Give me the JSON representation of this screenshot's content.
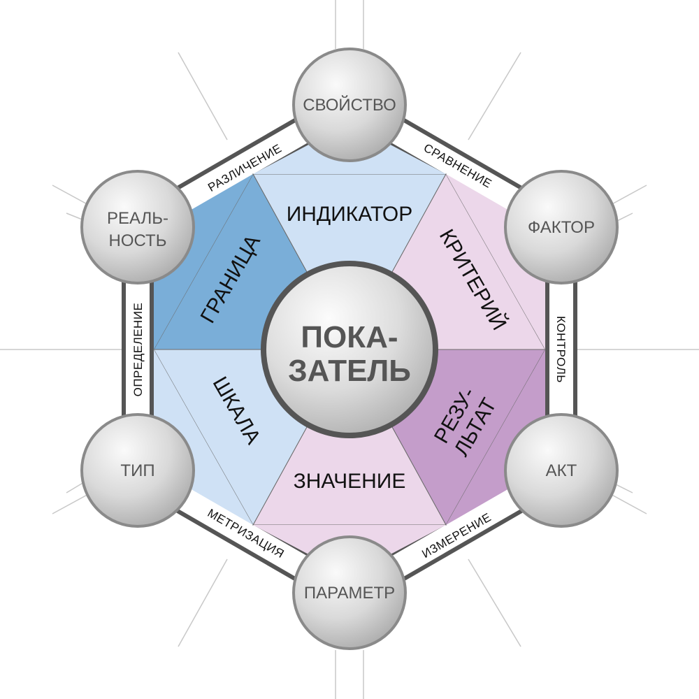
{
  "center": {
    "line1": "ПОКА-",
    "line2": "ЗАТЕЛЬ"
  },
  "nodes": {
    "top": "СВОЙСТВО",
    "upper_right": "ФАКТОР",
    "lower_right": "АКТ",
    "bottom": "ПАРАМЕТР",
    "lower_left": "ТИП",
    "upper_left_line1": "РЕАЛЬ-",
    "upper_left_line2": "НОСТЬ"
  },
  "sectors": {
    "top": "ИНДИКАТОР",
    "upper_right": "КРИТЕРИЙ",
    "lower_right_line1": "РЕЗУ-",
    "lower_right_line2": "ЛЬТАТ",
    "bottom": "ЗНАЧЕНИЕ",
    "lower_left": "ШКАЛА",
    "upper_left": "ГРАНИЦА"
  },
  "edges": {
    "top_right": "СРАВНЕНИЕ",
    "right": "КОНТРОЛЬ",
    "bottom_right": "ИЗМЕРЕНИЕ",
    "bottom_left": "МЕТРИЗАЦИЯ",
    "left": "ОПРЕДЕЛЕНИЕ",
    "top_left": "РАЗЛИЧЕНИЕ"
  },
  "colors": {
    "light_blue": "#cfe1f5",
    "mid_blue": "#7aaed8",
    "light_pink": "#ecd7ea",
    "mid_purple": "#c49dca",
    "frame": "#555555",
    "spokes": "#c8c8c8",
    "node_fill": "#d6d6d6",
    "node_stroke": "#8a8a8a"
  }
}
